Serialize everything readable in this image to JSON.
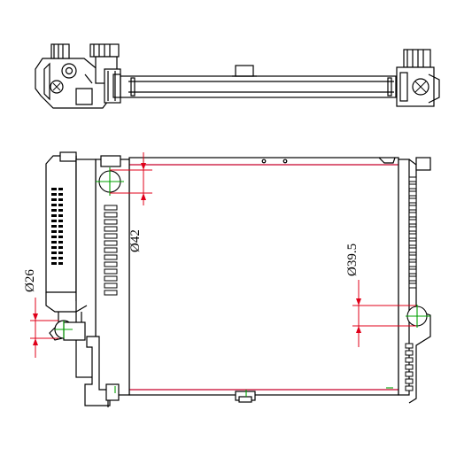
{
  "drawing": {
    "subject": "radiator",
    "colors": {
      "line": "#000000",
      "dimension": "#e0001a",
      "centerline": "#00a000",
      "core_edge": "#c8002a"
    },
    "dimensions": {
      "left_outlet": "Ø26",
      "top_inlet": "Ø42",
      "right_outlet": "Ø39.5"
    }
  }
}
